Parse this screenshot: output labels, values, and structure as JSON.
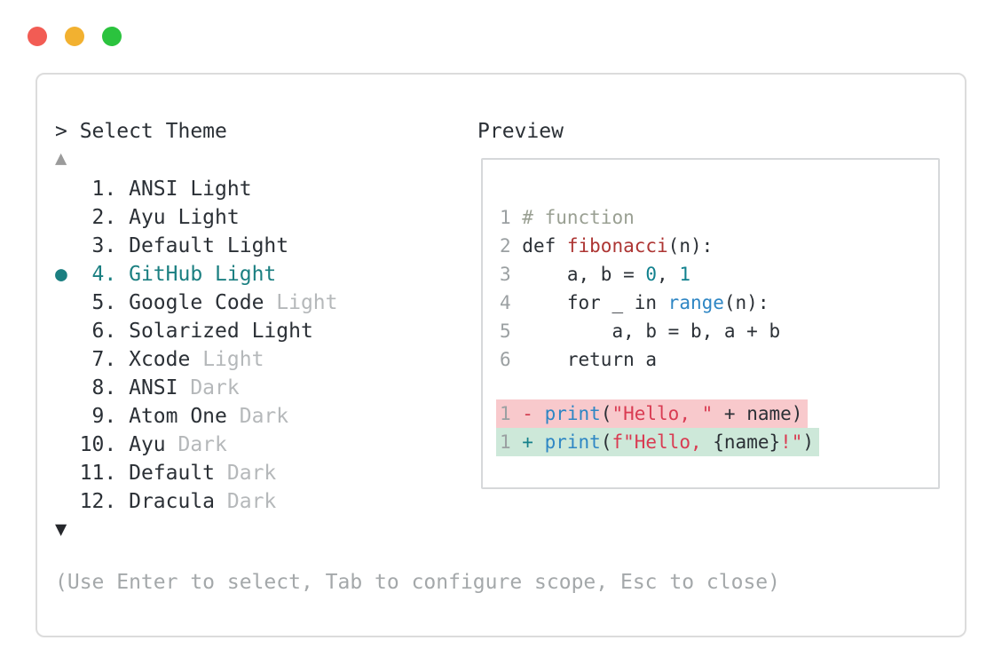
{
  "window": {
    "traffic_lights": [
      {
        "name": "close",
        "color": "#f25c54"
      },
      {
        "name": "minimize",
        "color": "#f2b130"
      },
      {
        "name": "zoom",
        "color": "#2bc33e"
      }
    ]
  },
  "panel": {
    "prompt": "> Select Theme",
    "scroll_up_icon": "▲",
    "scroll_down_icon": "▼",
    "selected_marker": "●",
    "items": [
      {
        "number": "1",
        "name": "ANSI Light",
        "variant": "",
        "selected": false
      },
      {
        "number": "2",
        "name": "Ayu Light",
        "variant": "",
        "selected": false
      },
      {
        "number": "3",
        "name": "Default Light",
        "variant": "",
        "selected": false
      },
      {
        "number": "4",
        "name": "GitHub Light",
        "variant": "",
        "selected": true
      },
      {
        "number": "5",
        "name": "Google Code",
        "variant": "Light",
        "selected": false
      },
      {
        "number": "6",
        "name": "Solarized Light",
        "variant": "",
        "selected": false
      },
      {
        "number": "7",
        "name": "Xcode",
        "variant": "Light",
        "selected": false
      },
      {
        "number": "8",
        "name": "ANSI",
        "variant": "Dark",
        "selected": false
      },
      {
        "number": "9",
        "name": "Atom One",
        "variant": "Dark",
        "selected": false
      },
      {
        "number": "10",
        "name": "Ayu",
        "variant": "Dark",
        "selected": false
      },
      {
        "number": "11",
        "name": "Default",
        "variant": "Dark",
        "selected": false
      },
      {
        "number": "12",
        "name": "Dracula",
        "variant": "Dark",
        "selected": false
      }
    ],
    "help": "(Use Enter to select, Tab to configure scope, Esc to close)"
  },
  "preview": {
    "title": "Preview",
    "code_lines": [
      {
        "num": "1",
        "tokens": [
          {
            "t": "# function",
            "c": "comment"
          }
        ]
      },
      {
        "num": "2",
        "tokens": [
          {
            "t": "def ",
            "c": "text"
          },
          {
            "t": "fibonacci",
            "c": "func"
          },
          {
            "t": "(n):",
            "c": "text"
          }
        ]
      },
      {
        "num": "3",
        "tokens": [
          {
            "t": "    a, b = ",
            "c": "text"
          },
          {
            "t": "0",
            "c": "num"
          },
          {
            "t": ", ",
            "c": "text"
          },
          {
            "t": "1",
            "c": "num"
          }
        ]
      },
      {
        "num": "4",
        "tokens": [
          {
            "t": "    for _ in ",
            "c": "text"
          },
          {
            "t": "range",
            "c": "blue"
          },
          {
            "t": "(n):",
            "c": "text"
          }
        ]
      },
      {
        "num": "5",
        "tokens": [
          {
            "t": "        a, b = b, a + b",
            "c": "text"
          }
        ]
      },
      {
        "num": "6",
        "tokens": [
          {
            "t": "    return a",
            "c": "text"
          }
        ]
      }
    ],
    "diff_lines": [
      {
        "num": "1",
        "sign": "-",
        "sign_color": "red",
        "bg": "removed",
        "tokens": [
          {
            "t": "print",
            "c": "blue"
          },
          {
            "t": "(",
            "c": "text"
          },
          {
            "t": "\"Hello, \"",
            "c": "string"
          },
          {
            "t": " + name)",
            "c": "text"
          }
        ]
      },
      {
        "num": "1",
        "sign": "+",
        "sign_color": "teal",
        "bg": "added",
        "tokens": [
          {
            "t": "print",
            "c": "blue"
          },
          {
            "t": "(",
            "c": "text"
          },
          {
            "t": "f\"Hello, ",
            "c": "string"
          },
          {
            "t": "{name}",
            "c": "text"
          },
          {
            "t": "!\"",
            "c": "string"
          },
          {
            "t": ")",
            "c": "text"
          }
        ]
      }
    ]
  },
  "colors": {
    "selected_accent": "#1b7f81",
    "text_dark": "#2b3036",
    "text_gray": "#b5b8ba",
    "help_gray": "#a4a8aa",
    "line_number_gray": "#9ba0a2",
    "comment": "#9aa093",
    "function_red": "#ad3533",
    "number_teal": "#11818e",
    "keyword_blue": "#2e86c4",
    "string_red": "#d93b52",
    "diff_removed_bg": "#f8c9cc",
    "diff_added_bg": "#cde8d9",
    "panel_border": "#dcdcdc"
  }
}
